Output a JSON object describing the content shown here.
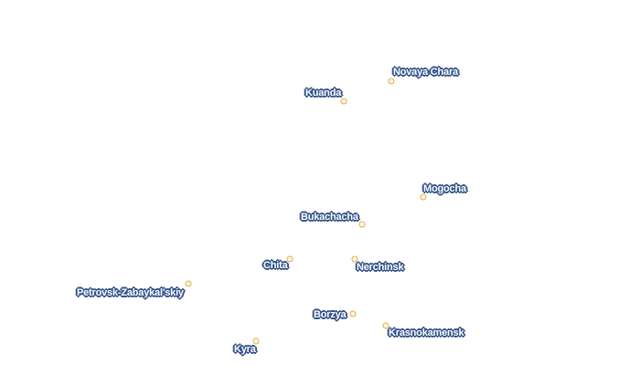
{
  "map": {
    "style": {
      "marker_fill": "#fff7e3",
      "marker_stroke": "#e0ac4a",
      "label_text_color": "#ffffff",
      "label_halo_color": "#34558a"
    },
    "places": [
      {
        "name": "Novaya Chara"
      },
      {
        "name": "Kuanda"
      },
      {
        "name": "Mogocha"
      },
      {
        "name": "Bukachacha"
      },
      {
        "name": "Chita"
      },
      {
        "name": "Nerchinsk"
      },
      {
        "name": "Petrovsk-Zabaykal'skiy"
      },
      {
        "name": "Borzya"
      },
      {
        "name": "Krasnokamensk"
      },
      {
        "name": "Kyra"
      }
    ]
  }
}
